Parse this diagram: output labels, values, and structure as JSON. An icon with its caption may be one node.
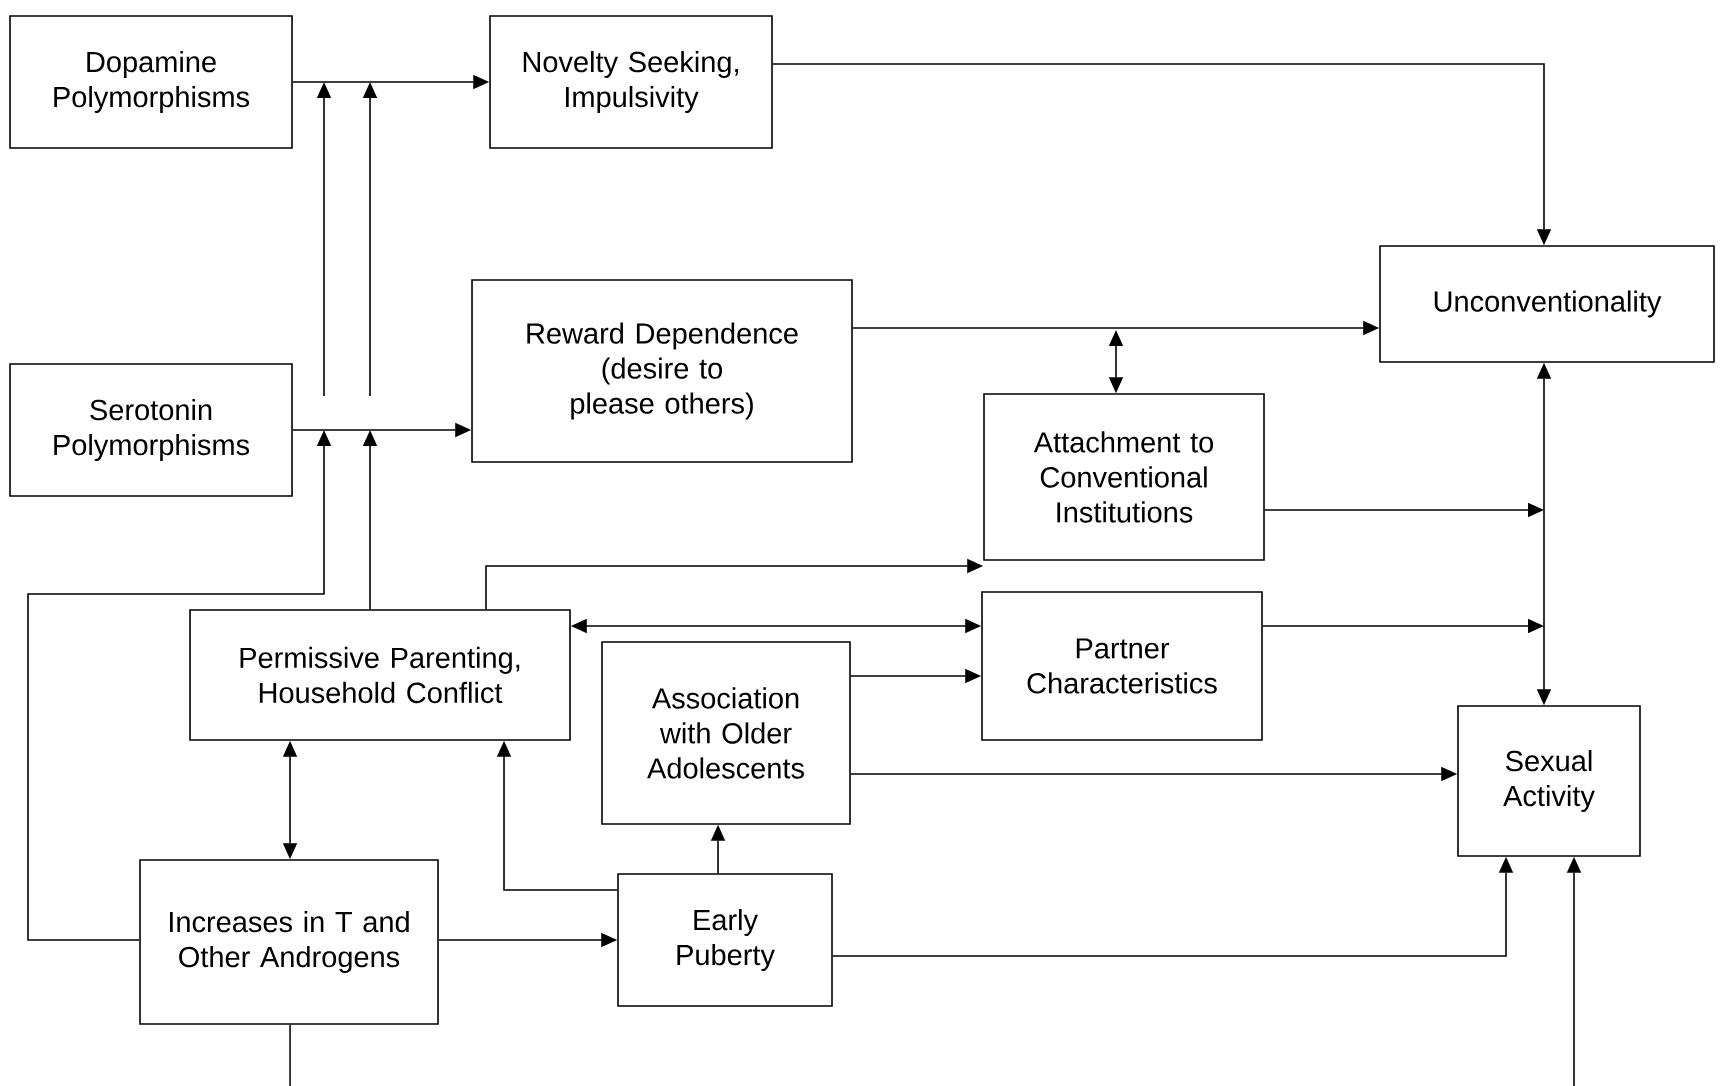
{
  "diagram": {
    "nodes": [
      {
        "text": [
          "Dopamine Polymorphisms"
        ]
      },
      {
        "text": [
          "Novelty Seeking, Impulsivity"
        ]
      },
      {
        "text": [
          "Unconventionality"
        ]
      },
      {
        "text": [
          "Serotonin Polymorphisms"
        ]
      },
      {
        "text": [
          "Reward Dependence (desire to please others)"
        ]
      },
      {
        "text": [
          "Attachment to Conventional Institutions"
        ]
      },
      {
        "text": [
          "Permissive Parenting, Household Conflict"
        ]
      },
      {
        "text": [
          "Partner Characteristics"
        ]
      },
      {
        "text": [
          "Association with Older Adolescents"
        ]
      },
      {
        "text": [
          "Sexual Activity"
        ]
      },
      {
        "text": [
          "Increases in T and Other Androgens"
        ]
      },
      {
        "text": [
          "Early Puberty"
        ]
      }
    ],
    "edges": [
      {
        "from": 0,
        "to": 1,
        "arrow": "to"
      },
      {
        "from": 3,
        "to": 4,
        "arrow": "to"
      },
      {
        "from": 1,
        "to": 2,
        "arrow": "to"
      },
      {
        "from": 4,
        "to": 2,
        "arrow": "to"
      },
      {
        "from": 5,
        "to": null,
        "arrow": "both"
      },
      {
        "from": 10,
        "to": null,
        "arrow": "to"
      },
      {
        "from": 6,
        "to": null,
        "arrow": "to"
      },
      {
        "from": 6,
        "to": 5,
        "arrow": "to"
      },
      {
        "from": 5,
        "to": null,
        "arrow": "to"
      },
      {
        "from": 9,
        "to": 2,
        "arrow": "both"
      },
      {
        "from": 6,
        "to": 7,
        "arrow": "both"
      },
      {
        "from": 8,
        "to": 7,
        "arrow": "to"
      },
      {
        "from": 7,
        "to": null,
        "arrow": "to"
      },
      {
        "from": 8,
        "to": 9,
        "arrow": "to"
      },
      {
        "from": 11,
        "to": 8,
        "arrow": "to"
      },
      {
        "from": 11,
        "to": 6,
        "arrow": "to"
      },
      {
        "from": 10,
        "to": 11,
        "arrow": "to"
      },
      {
        "from": 6,
        "to": 10,
        "arrow": "both"
      },
      {
        "from": 11,
        "to": 9,
        "arrow": "to"
      },
      {
        "from": 10,
        "to": null,
        "arrow": "none"
      },
      {
        "from": null,
        "to": 9,
        "arrow": "to"
      }
    ]
  }
}
